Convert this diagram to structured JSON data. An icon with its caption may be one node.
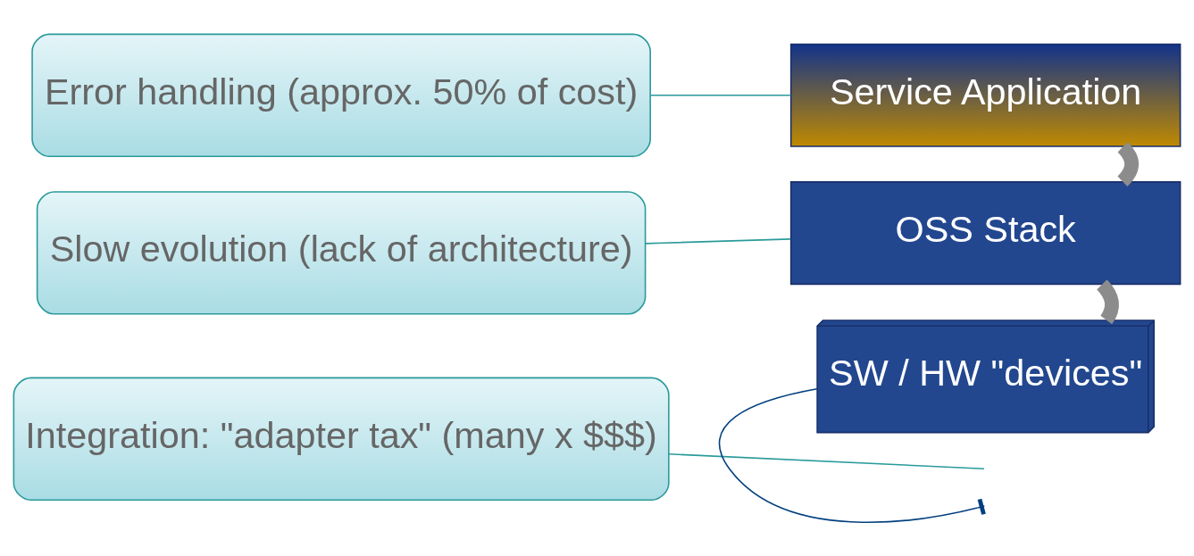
{
  "diagram": {
    "nodes": [
      {
        "text": [
          "Error handling (approx. 50% of cost)"
        ]
      },
      {
        "text": [
          "Slow evolution (lack of architecture)"
        ]
      },
      {
        "text": [
          "Integration: \"adapter tax\" (many x $$$)"
        ]
      },
      {
        "text": [
          "Service Application"
        ]
      },
      {
        "text": [
          "OSS Stack"
        ]
      },
      {
        "text": [
          "SW / HW \"devices\""
        ]
      }
    ],
    "edges": [
      {
        "from": 3,
        "to": 4,
        "arrow": "none",
        "style": "thick",
        "color": "#8c8c8c"
      },
      {
        "from": 4,
        "to": 5,
        "arrow": "none",
        "style": "thick",
        "color": "#8c8c8c"
      },
      {
        "from": 0,
        "to": 3,
        "arrow": "none"
      },
      {
        "from": 1,
        "to": 4,
        "arrow": "none"
      },
      {
        "from": 2,
        "to": null,
        "arrow": "none"
      },
      {
        "from": 5,
        "to": null,
        "arrow": "other",
        "color": "#003f7f"
      }
    ]
  }
}
